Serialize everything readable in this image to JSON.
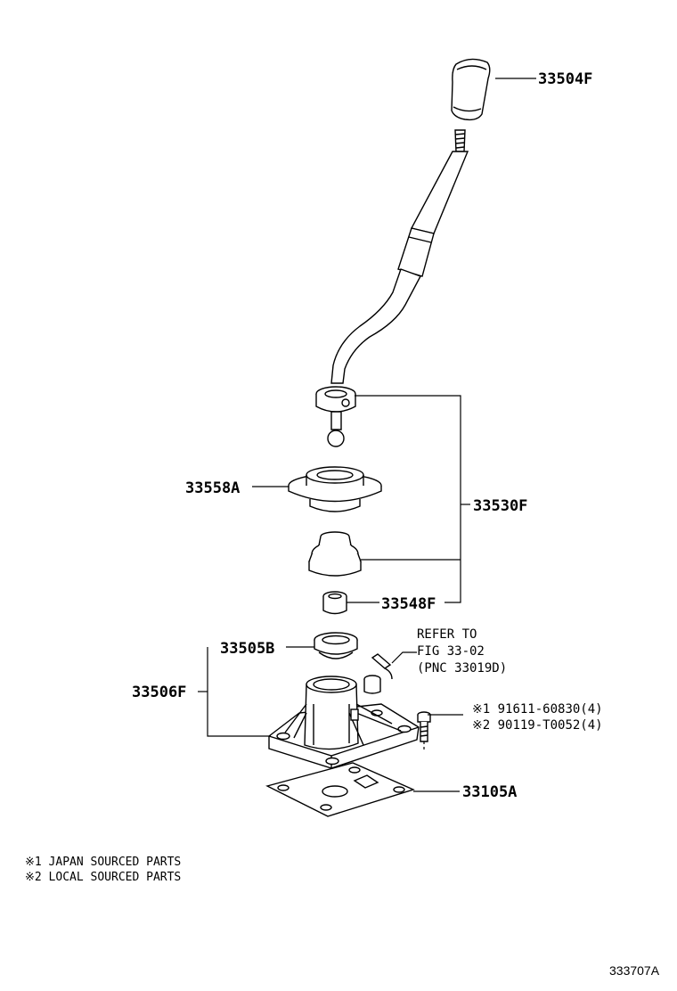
{
  "parts": {
    "shift_knob": "33504F",
    "lever_assembly": "33530F",
    "retainer": "33558A",
    "seat": "33548F",
    "bushing": "33505B",
    "lever_housing": "33506F",
    "gasket": "33105A"
  },
  "reference": {
    "line1": "REFER TO",
    "line2": "FIG 33-02",
    "line3": "(PNC 33019D)"
  },
  "bolts": {
    "bolt1": "※1 91611-60830(4)",
    "bolt2": "※2 90119-T0052(4)"
  },
  "notes": {
    "note1": "※1 JAPAN SOURCED PARTS",
    "note2": "※2 LOCAL SOURCED PARTS"
  },
  "figure_id": "333707A"
}
